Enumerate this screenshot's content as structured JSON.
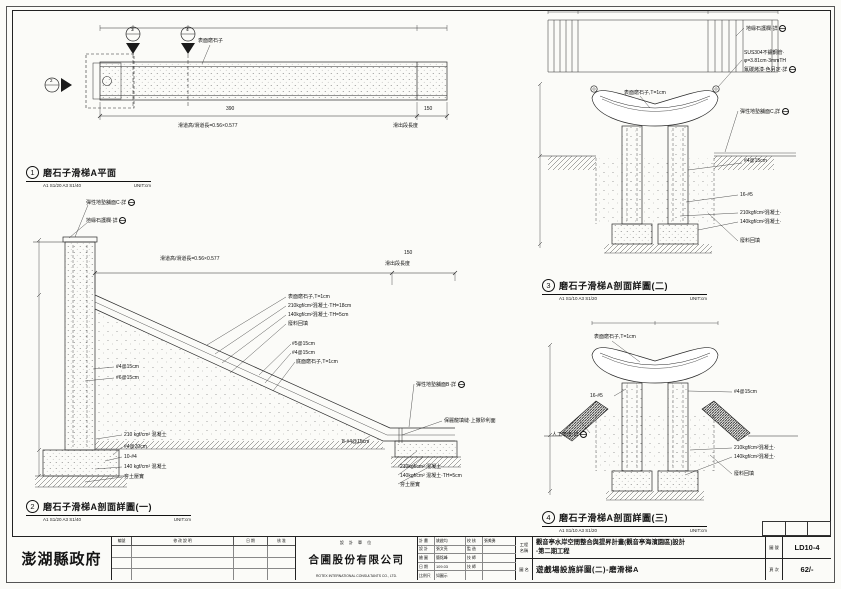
{
  "sheet": {
    "agency": "澎湖縣政府",
    "rev_headers": [
      "編號",
      "修  改  說  明",
      "日 期",
      "核 准"
    ],
    "firm_label": "設  計  單  位",
    "firm_name": "合圃股份有限公司",
    "firm_en": "ROTEX INTERNATIONAL CONSULTANTS CO., LTD.",
    "staff": [
      [
        "計 畫",
        "姚啟均",
        "校 核",
        "張美勇"
      ],
      [
        "設 計",
        "張文亮",
        "監 造",
        ""
      ],
      [
        "繪 圖",
        "簡銘峰",
        "技 師",
        ""
      ],
      [
        "日 期",
        "109.03",
        "技 師",
        ""
      ],
      [
        "比例尺",
        "如圖示",
        "",
        ""
      ]
    ],
    "project_label_l1": "工程",
    "project_label_l2": "名稱",
    "project_name_line1": "觀音亭水岸空間整合與提昇計畫(觀音亭海濱園區)設計",
    "project_name_line2": "-第二期工程",
    "drawing_label": "圖 名",
    "drawing_name": "遊戲場設施詳圖(二)-磨滑梯A",
    "sheet_no_label": "圖 號",
    "sheet_no": "LD10-4",
    "page_label": "頁 次",
    "page_no": "62/-"
  },
  "plan": {
    "no": "1",
    "title": "磨石子滑梯A平面",
    "scale": "A1 S1/20  A3 S1/40",
    "unit": "UNIT:cm",
    "markers": {
      "left": "2",
      "a": "3",
      "b": "4"
    },
    "labels": {
      "surface": "表面磨石子",
      "dim_main": "390",
      "dim_exit": "150",
      "ratio": "滑道高/滑道長=0.56×0.577",
      "exit_len": "滑出段長度"
    }
  },
  "sec1": {
    "no": "2",
    "title": "磨石子滑梯A剖面詳圖(一)",
    "scale": "A1 S1/20  A3 S1/40",
    "unit": "UNIT:cm",
    "labels": {
      "mat_c": "彈性地墊舖面C·詳",
      "curb": "地緣石護欄·詳",
      "ratio": "滑道高/滑道長=0.56×0.577",
      "exit_dim": "150",
      "exit_len": "滑出段長度",
      "surface": "表面磨石子,T=1cm",
      "conc210_18": "210kgf/cm²混凝土·TH=18cm",
      "conc140_5": "140kgf/cm²混凝土·TH=5cm",
      "fill": "廢料回填",
      "rebar5": "#5@15cm",
      "rebar4": "#4@15cm",
      "bottom_surface": "底面磨石子,T=1cm",
      "mat_b": "彈性地墊舖面B·詳",
      "foam": "保麗龍填縫·上撒砂利面",
      "wall_rebar4": "#4@15cm",
      "wall_rebar6": "#6@15cm",
      "wall_conc": "210 kgf/cm² 混凝土",
      "foot_rebar": "#4@20cm",
      "foot_rebar2": "10-#4",
      "foot_conc": "140 kgf/cm² 混凝土",
      "compact": "夯土壓實",
      "end_rebar": "8-#4@15cm",
      "end_conc210": "210kgf/cm² 混凝土·",
      "end_conc140": "140kgf/cm² 混凝土·TH=5cm",
      "end_compact": "夯土壓實"
    }
  },
  "sec2": {
    "no": "3",
    "title": "磨石子滑梯A剖面詳圖(二)",
    "scale": "A1 S1/10  A3 S1/20",
    "unit": "UNIT:cm",
    "labels": {
      "curb": "地緣石護欄·詳",
      "sus1": "SUS304不鏽鋼管·",
      "sus2": "φ=3.81cm·3mmTH",
      "sus3": "氟碳烤漆·色另定·詳",
      "surface": "表面磨石子,T=1cm",
      "mat_c": "彈性地墊舖面C,詳",
      "rebar4": "#4@15cm",
      "rebar16_5": "16-#5",
      "conc210": "210kgf/cm²混凝土·",
      "conc140": "140kgf/cm²混凝土·",
      "fill": "廢料回填"
    }
  },
  "sec3": {
    "no": "4",
    "title": "磨石子滑梯A剖面詳圖(三)",
    "scale": "A1 S1/10  A3 S1/20",
    "unit": "UNIT:cm",
    "labels": {
      "surface": "表面磨石子,T=1cm",
      "rebar16_5": "16-#5",
      "rebar4": "#4@15cm",
      "turf": "人工草皮·詳",
      "conc210": "210kgf/cm²混凝土·",
      "conc140": "140kgf/cm²混凝土·",
      "fill": "廢料回填"
    }
  }
}
